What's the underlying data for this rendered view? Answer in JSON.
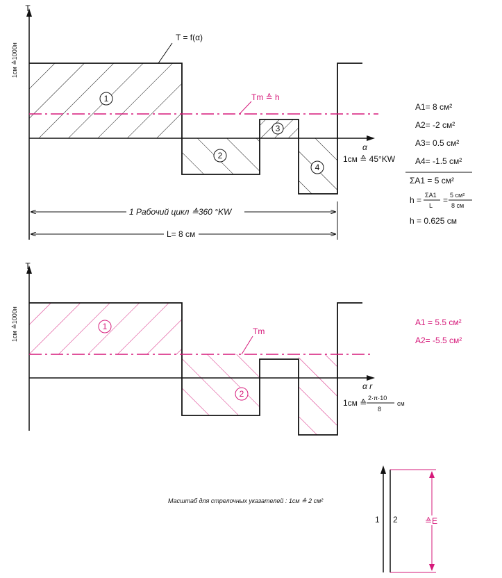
{
  "colors": {
    "ink": "#111111",
    "accent": "#d6197a"
  },
  "top": {
    "axis_t": "T",
    "axis_scale": "1см ≙1000н",
    "func_label": "T = f(α)",
    "tm_label": "Tm ≙ h",
    "x_axis": "α",
    "angle_scale": "1см ≙ 45°KW",
    "cycle_label": "1 Рабочий цикл ≙360 °KW",
    "length_label": "L= 8 см",
    "areas": [
      "1",
      "2",
      "3",
      "4"
    ],
    "eqs": [
      "A1= 8 см²",
      "A2= -2 см²",
      "A3= 0.5 см²",
      "A4= -1.5 см²"
    ],
    "sum": "ΣA1 = 5 см²",
    "h_formula_lhs": "h =",
    "h_formula_num": "ΣA1",
    "h_formula_den": "L",
    "h_formula_mid": "=",
    "h_formula_num2": "5 см²",
    "h_formula_den2": "8 см",
    "h_value": "h = 0.625 см"
  },
  "bottom": {
    "axis_t": "T",
    "axis_scale": "1см ≙1000н",
    "tm_label": "Tm",
    "x_axis": "α r",
    "rad_scale_prefix": "1см ≙",
    "rad_scale_num": "2·π·10",
    "rad_scale_den": "8",
    "rad_scale_unit": "см",
    "areas": [
      "1",
      "2"
    ],
    "eqs": [
      "A1 = 5.5 см²",
      "A2= -5.5 см²"
    ]
  },
  "pointer": {
    "scale_text": "Масштаб для стрелочных указателей : 1см ≙ 2 см²",
    "bar1": "1",
    "bar2": "2",
    "e_label": "≙E"
  }
}
